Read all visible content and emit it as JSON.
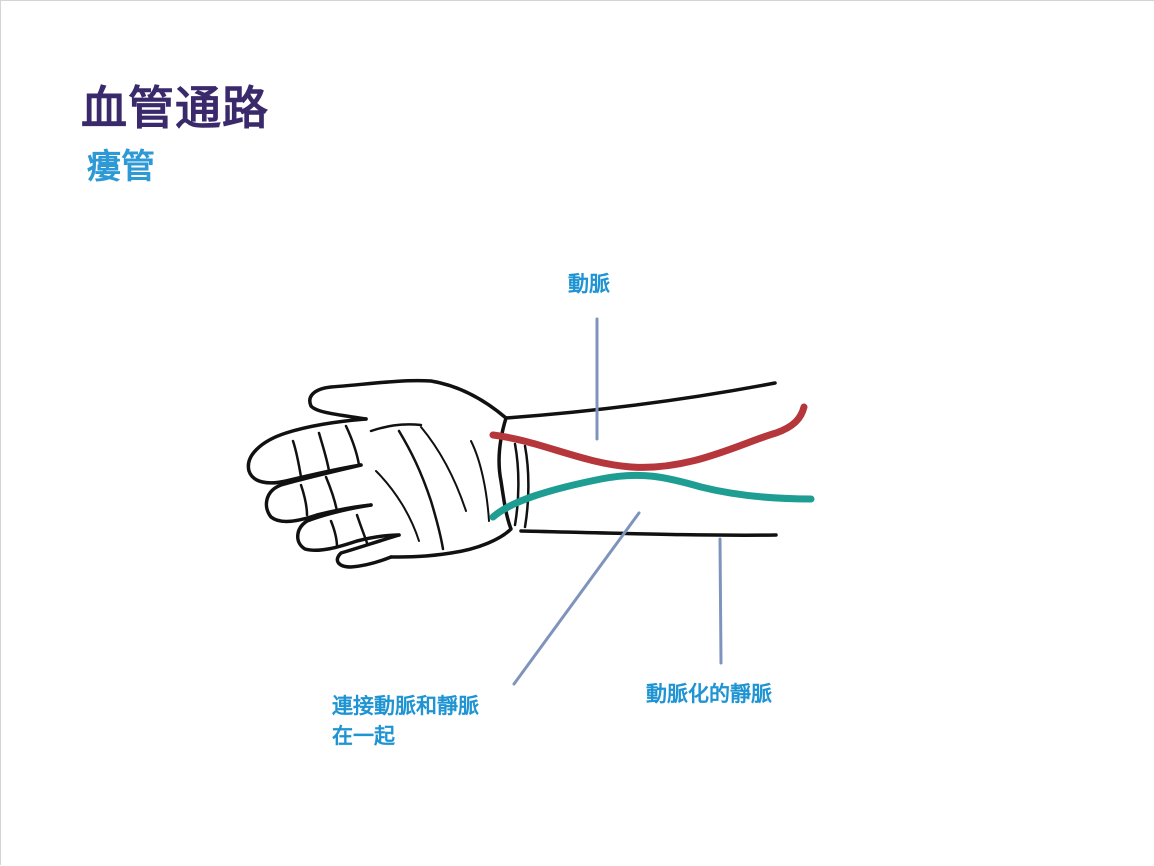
{
  "slide": {
    "title": "血管通路",
    "subtitle": "瘻管"
  },
  "diagram": {
    "labels": {
      "artery": "動脈",
      "connection_line1": "連接動脈和靜脈",
      "connection_line2": "在一起",
      "arterialized_vein": "動脈化的靜脈"
    },
    "colors": {
      "artery": "#b5363b",
      "vein": "#1e9d93",
      "pointer": "#7f94bd",
      "title": "#3b2a6b",
      "accent_text": "#1f94d2"
    }
  }
}
